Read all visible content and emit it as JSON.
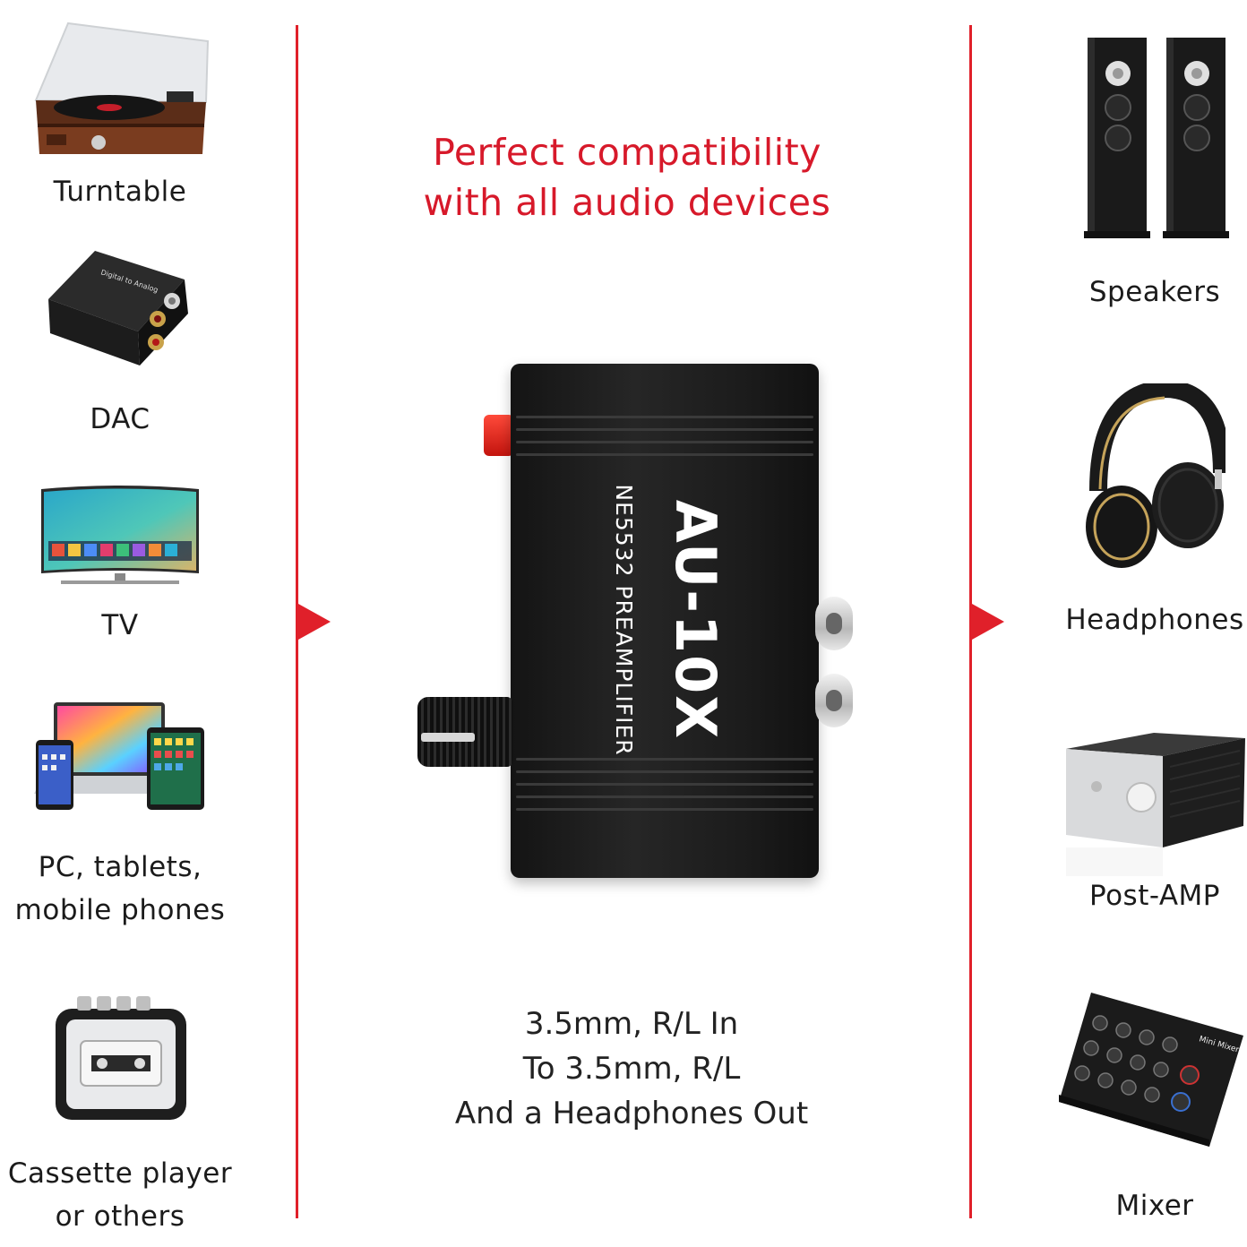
{
  "headline": {
    "line1": "Perfect compatibility",
    "line2": "with all audio devices"
  },
  "sources": [
    {
      "label": "Turntable",
      "icon": "turntable-icon"
    },
    {
      "label": "DAC",
      "icon": "dac-icon"
    },
    {
      "label": "TV",
      "icon": "tv-icon"
    },
    {
      "label_line1": "PC, tablets,",
      "label_line2": "mobile phones",
      "icon": "devices-icon"
    },
    {
      "label_line1": "Cassette player",
      "label_line2": "or others",
      "icon": "cassette-icon"
    }
  ],
  "outputs": [
    {
      "label": "Speakers",
      "icon": "speakers-icon"
    },
    {
      "label": "Headphones",
      "icon": "headphones-icon"
    },
    {
      "label": "Post-AMP",
      "icon": "amplifier-icon"
    },
    {
      "label": "Mixer",
      "icon": "mixer-icon"
    }
  ],
  "device": {
    "model": "AU-10X",
    "subtitle": "NE5532 PREAMPLIFIER"
  },
  "io_description": {
    "line1": "3.5mm, R/L In",
    "line2": "To 3.5mm, R/L",
    "line3": "And a Headphones Out"
  },
  "colors": {
    "accent": "#d7192a",
    "rule": "#e0202a"
  }
}
